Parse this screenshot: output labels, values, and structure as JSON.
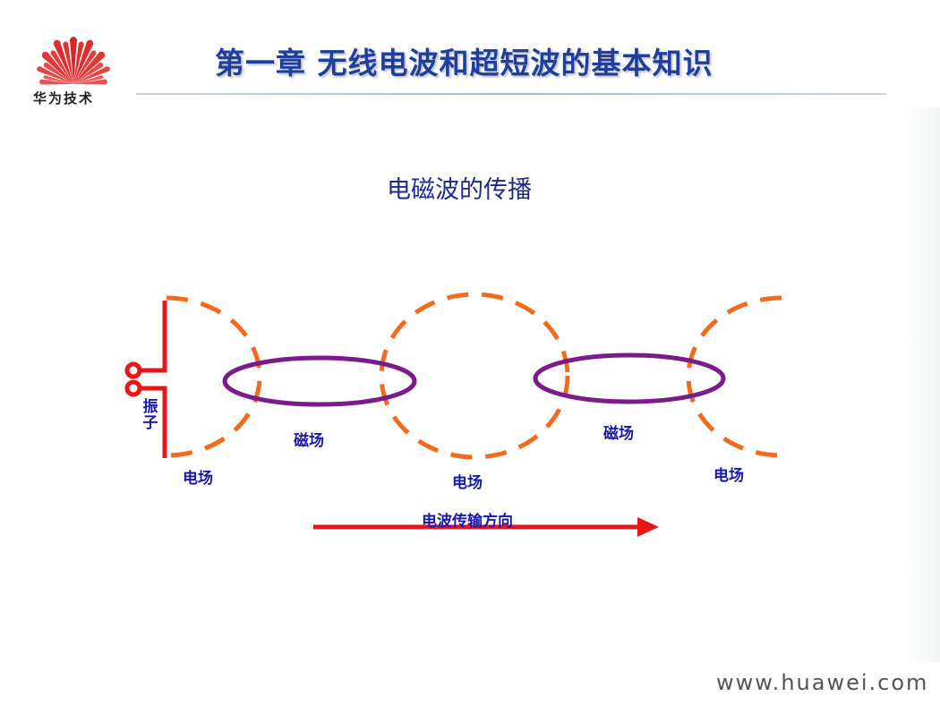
{
  "header": {
    "logo_text": "华为技术",
    "title": "第一章 无线电波和超短波的基本知识"
  },
  "diagram": {
    "subtitle": "电磁波的传播",
    "labels": {
      "dipole": "振子",
      "electric_field_1": "电场",
      "magnetic_field_1": "磁场",
      "electric_field_2": "电场",
      "magnetic_field_2": "磁场",
      "electric_field_3": "电场",
      "direction": "电波传输方向"
    },
    "colors": {
      "electric_field": "#f26b1d",
      "magnetic_field": "#7b1a8a",
      "dipole": "#e8151b",
      "arrow": "#e8151b",
      "label": "#1a1aaa",
      "title": "#1f3f9c"
    }
  },
  "footer": {
    "url": "www.huawei.com"
  }
}
